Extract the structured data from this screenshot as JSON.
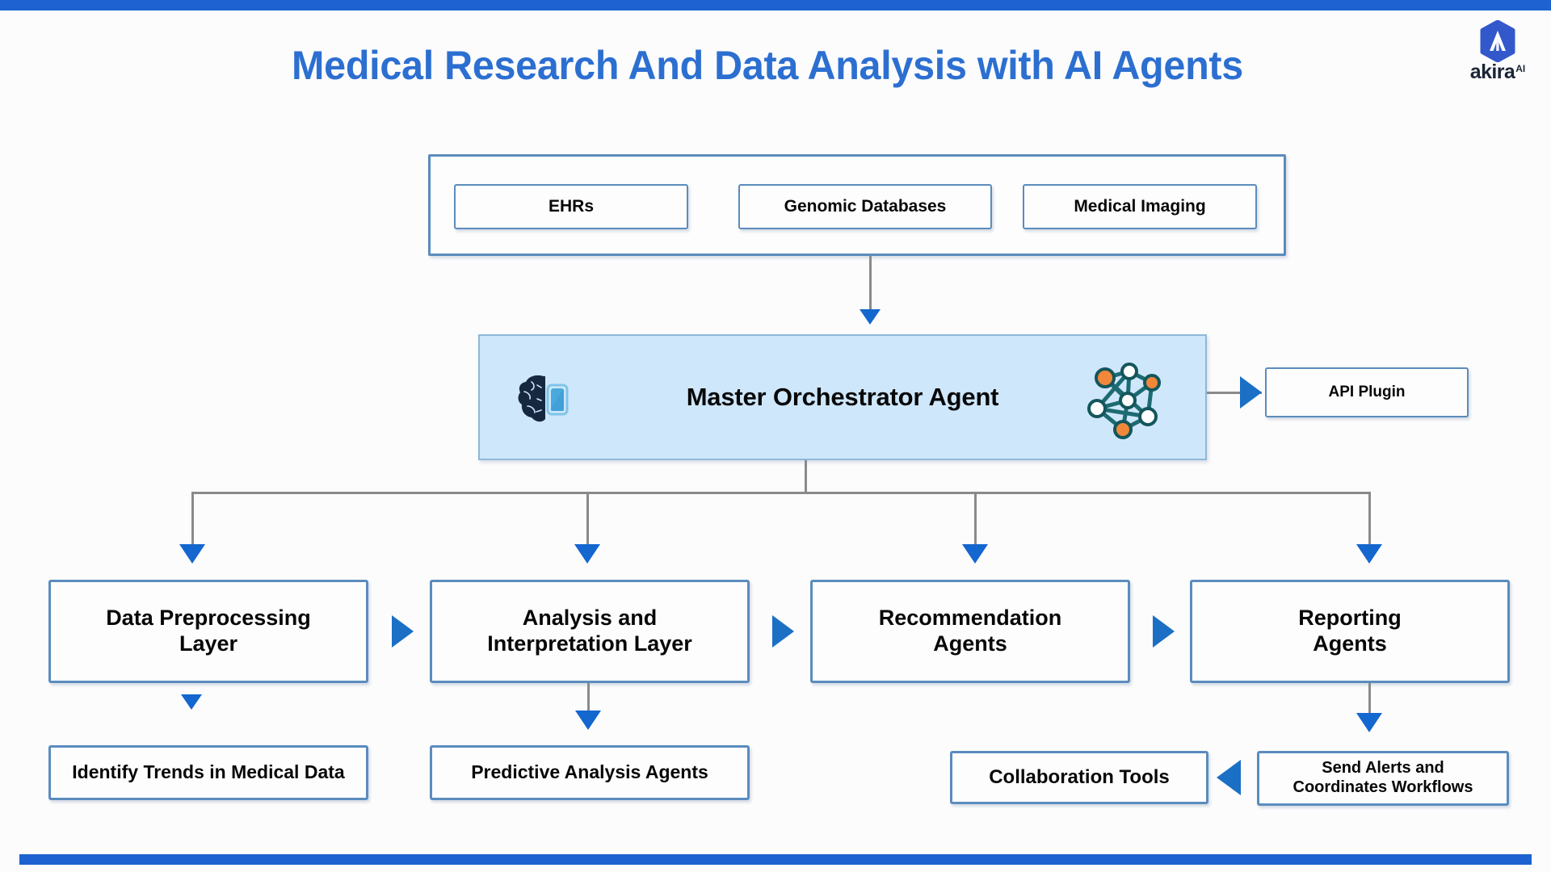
{
  "page": {
    "title": "Medical Research And Data Analysis with AI Agents",
    "accent_color": "#1d62d0",
    "title_color": "#2c6fd1",
    "box_border_color": "#5b8cbd",
    "orchestrator_fill": "#cfe7fb",
    "connector_color": "#8a8a8a",
    "arrow_color": "#1367cf"
  },
  "logo": {
    "name": "akira-ai-logo",
    "mark": "hexagon-a-icon",
    "brand": "akira",
    "superscript": "AI",
    "hex_color": "#3358cc"
  },
  "sources": {
    "group_name": "data-sources-group",
    "items": [
      {
        "label": "EHRs"
      },
      {
        "label": "Genomic Databases"
      },
      {
        "label": "Medical Imaging"
      }
    ]
  },
  "orchestrator": {
    "label": "Master Orchestrator Agent",
    "left_icon": "brain-chip-icon",
    "right_icon": "neural-network-icon"
  },
  "plugin": {
    "label": "API Plugin"
  },
  "layers": [
    {
      "label": "Data Preprocessing Layer",
      "child": "Identify Trends in Medical Data"
    },
    {
      "label": "Analysis and Interpretation Layer",
      "child": "Predictive Analysis Agents"
    },
    {
      "label": "Recommendation Agents",
      "child": null
    },
    {
      "label": "Reporting Agents",
      "child": "Send Alerts and Coordinates Workflows"
    }
  ],
  "outputs": {
    "identify_trends": "Identify Trends in Medical Data",
    "predictive": "Predictive Analysis Agents",
    "collaboration": "Collaboration Tools",
    "alerts": "Send Alerts and Coordinates Workflows"
  },
  "layer_labels": {
    "l1_line1": "Data Preprocessing",
    "l1_line2": "Layer",
    "l2_line1": "Analysis and",
    "l2_line2": "Interpretation Layer",
    "l3_line1": "Recommendation",
    "l3_line2": "Agents",
    "l4_line1": "Reporting",
    "l4_line2": "Agents"
  },
  "alert_labels": {
    "line1": "Send Alerts and",
    "line2": "Coordinates Workflows"
  }
}
